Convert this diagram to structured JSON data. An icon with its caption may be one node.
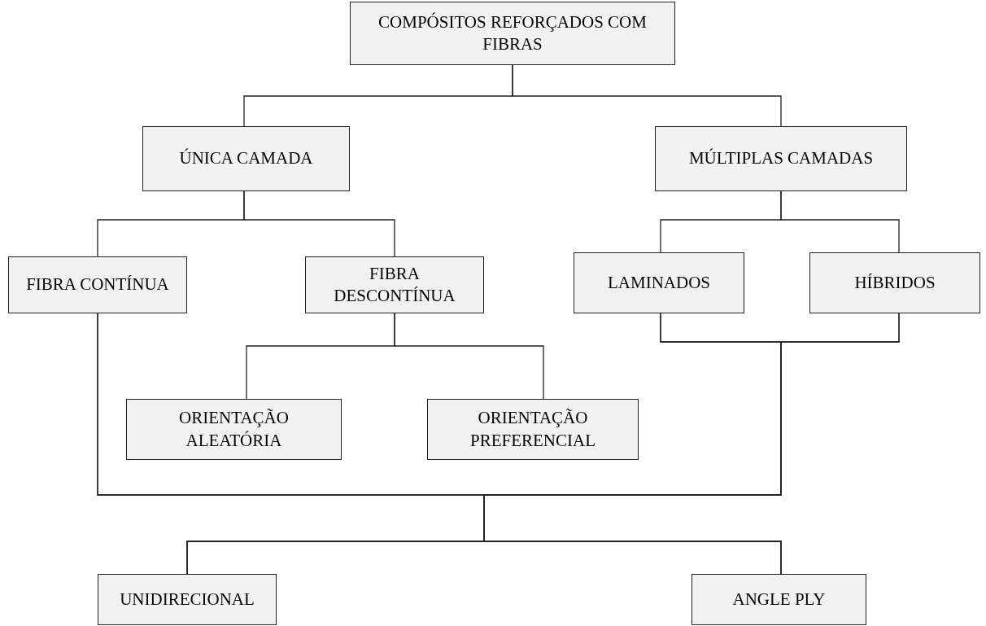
{
  "diagram": {
    "nodes": [
      {
        "text": [
          "COMPÓSITOS REFORÇADOS COM FIBRAS"
        ]
      },
      {
        "text": [
          "ÚNICA CAMADA"
        ]
      },
      {
        "text": [
          "MÚLTIPLAS CAMADAS"
        ]
      },
      {
        "text": [
          "FIBRA CONTÍNUA"
        ]
      },
      {
        "text": [
          "FIBRA DESCONTÍNUA"
        ]
      },
      {
        "text": [
          "LAMINADOS"
        ]
      },
      {
        "text": [
          "HÍBRIDOS"
        ]
      },
      {
        "text": [
          "ORIENTAÇÃO ALEATÓRIA"
        ]
      },
      {
        "text": [
          "ORIENTAÇÃO PREFERENCIAL"
        ]
      },
      {
        "text": [
          "UNIDIRECIONAL"
        ]
      },
      {
        "text": [
          "ANGLE PLY"
        ]
      }
    ],
    "edges": [
      {
        "from": 0,
        "to": 1,
        "arrow": "none"
      },
      {
        "from": 0,
        "to": 2,
        "arrow": "none"
      },
      {
        "from": 1,
        "to": 3,
        "arrow": "none"
      },
      {
        "from": 1,
        "to": 4,
        "arrow": "none"
      },
      {
        "from": 2,
        "to": 5,
        "arrow": "none"
      },
      {
        "from": 2,
        "to": 6,
        "arrow": "none"
      },
      {
        "from": 4,
        "to": 7,
        "arrow": "none"
      },
      {
        "from": 4,
        "to": 8,
        "arrow": "none"
      },
      {
        "from": 3,
        "to": 9,
        "arrow": "none"
      },
      {
        "from": 3,
        "to": 10,
        "arrow": "none"
      },
      {
        "from": 5,
        "to": 9,
        "arrow": "none"
      },
      {
        "from": 5,
        "to": 10,
        "arrow": "none"
      },
      {
        "from": 6,
        "to": 9,
        "arrow": "none"
      },
      {
        "from": 6,
        "to": 10,
        "arrow": "none"
      }
    ]
  }
}
